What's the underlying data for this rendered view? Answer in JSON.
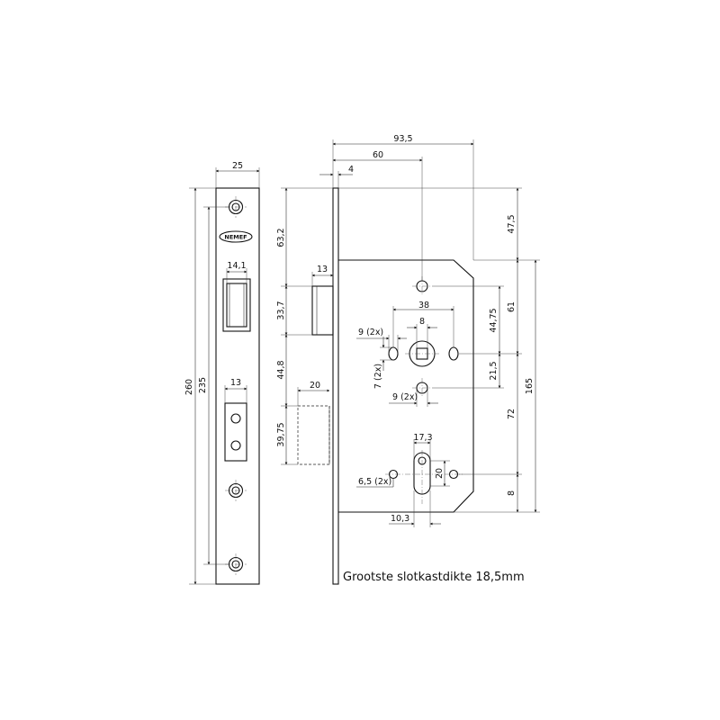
{
  "faceplate": {
    "logo": "NEMEF",
    "dims": {
      "width": "25",
      "height_total": "260",
      "screw_spacing": "235",
      "latch_width": "14,1",
      "bolt_width": "13"
    }
  },
  "lockcase": {
    "dims": {
      "backset_total": "93,5",
      "backset": "60",
      "plate_thickness": "4",
      "top_to_case": "63,2",
      "latch_width": "13",
      "latch_height": "33,7",
      "latch_to_bolt": "44,8",
      "bolt_width": "20",
      "bolt_height": "39,75",
      "fixing_spacing": "38",
      "spindle_square": "8",
      "fixing_hole_top": "9 (2x)",
      "fixing_hole_side": "7 (2x)",
      "fixing_hole_bottom": "9 (2x)",
      "cylinder_width": "17,3",
      "cylinder_hole": "6,5 (2x)",
      "cylinder_offset": "10,3",
      "cylinder_depth": "20",
      "top_offset": "47,5",
      "follower_offset": "61",
      "follower_to_fixing": "44,75",
      "fixing_lower": "21,5",
      "follower_to_cylinder": "72",
      "case_height": "165",
      "bottom_offset": "8"
    },
    "note": "Grootste slotkastdikte 18,5mm"
  }
}
